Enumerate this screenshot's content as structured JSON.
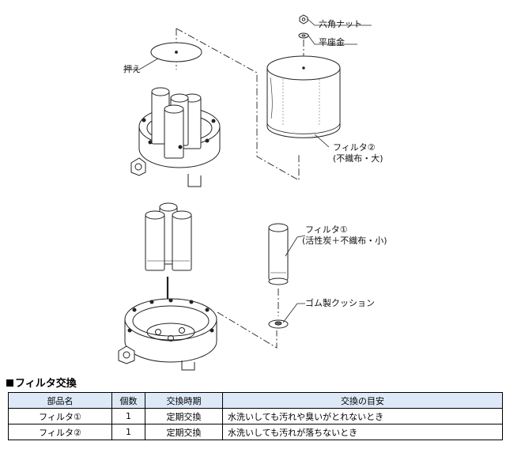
{
  "diagram": {
    "labels": {
      "hex_nut": "六角ナット",
      "flat_washer": "平座金",
      "presser": "押え",
      "filter2_name": "フィルタ②",
      "filter2_spec": "(不織布・大)",
      "filter1_name": "フィルタ①",
      "filter1_spec": "(活性炭＋不織布・小)",
      "rubber_cushion": "ゴム製クッション"
    }
  },
  "section": {
    "title": "フィルタ交換"
  },
  "table": {
    "headers": [
      "部品名",
      "個数",
      "交換時期",
      "交換の目安"
    ],
    "rows": [
      [
        "フィルタ①",
        "1",
        "定期交換",
        "水洗いしても汚れや臭いがとれないとき"
      ],
      [
        "フィルタ②",
        "1",
        "定期交換",
        "水洗いしても汚れが落ちないとき"
      ]
    ],
    "colors": {
      "header_bg": "#dde9f7",
      "border": "#000000"
    }
  }
}
